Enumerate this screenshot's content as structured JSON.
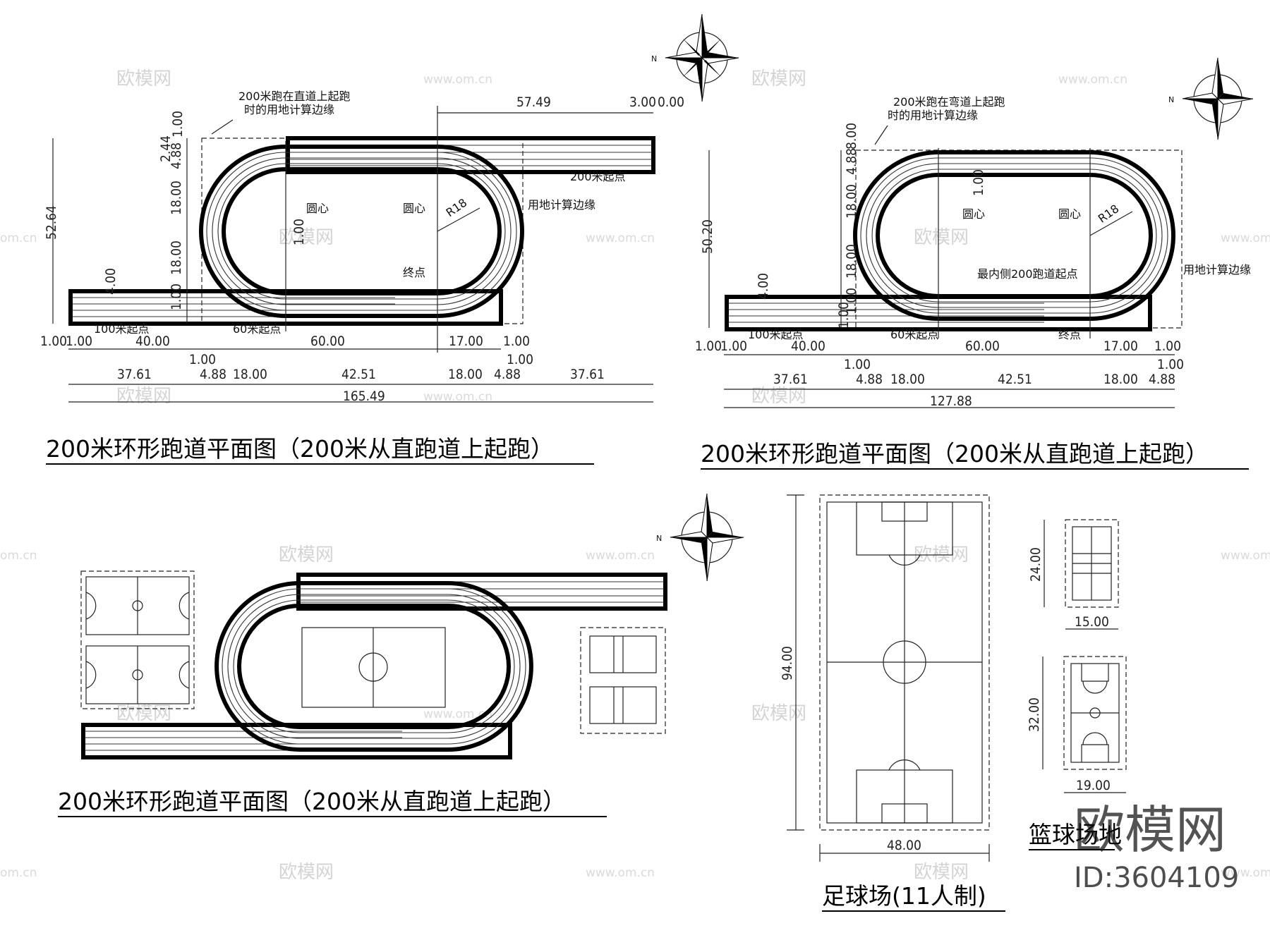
{
  "plan1": {
    "title": "200米环形跑道平面图（200米从直跑道上起跑）",
    "note_line1": "200米跑在直道上起跑",
    "note_line2": "时的用地计算边缘",
    "labels": [
      "圆心",
      "圆心",
      "R18",
      "用地计算边缘",
      "终点",
      "200米起点",
      "100米起点",
      "60米起点"
    ],
    "dims_top": [
      "57.49",
      "3.00",
      "0.00"
    ],
    "dims_left": [
      "52.64",
      "2.44",
      "4.88",
      "1.00",
      "18.00",
      "18.00",
      "4.00",
      "1.00",
      "1.00"
    ],
    "dims_row1": [
      "1.00",
      "1.00",
      "40.00",
      "60.00",
      "17.00",
      "1.00"
    ],
    "dims_row2": [
      "1.00",
      "1.00"
    ],
    "dims_row3": [
      "37.61",
      "4.88",
      "18.00",
      "42.51",
      "18.00",
      "4.88",
      "37.61"
    ],
    "dims_total": "165.49"
  },
  "plan2": {
    "title": "200米环形跑道平面图（200米从直跑道上起跑）",
    "note_line1": "200米跑在弯道上起跑",
    "note_line2": "时的用地计算边缘",
    "labels": [
      "圆心",
      "圆心",
      "R18",
      "最内侧200跑道起点",
      "用地计算边缘",
      "100米起点",
      "60米起点",
      "终点"
    ],
    "dims_left": [
      "50.20",
      "8.00",
      "4.88",
      "1.00",
      "18.00",
      "18.00",
      "4.00",
      "1.00",
      "1.00"
    ],
    "dims_row1": [
      "1.00",
      "1.00",
      "40.00",
      "60.00",
      "17.00",
      "1.00"
    ],
    "dims_row2": [
      "1.00",
      "1.00"
    ],
    "dims_row3": [
      "37.61",
      "4.88",
      "18.00",
      "42.51",
      "18.00",
      "4.88"
    ],
    "dims_total": "127.88"
  },
  "plan3": {
    "title": "200米环形跑道平面图（200米从直跑道上起跑）"
  },
  "football": {
    "title": "足球场(11人制)",
    "dim_length": "94.00",
    "dim_width": "48.00"
  },
  "basketball": {
    "title": "篮球场地",
    "dim_v1": "24.00",
    "dim_h1": "15.00",
    "dim_v2": "32.00",
    "dim_h2": "19.00"
  },
  "watermark": {
    "brand": "欧模网",
    "url": "www.om.cn",
    "url_partial": "om.cn",
    "id": "ID:3604109"
  },
  "compass_letter": "N"
}
